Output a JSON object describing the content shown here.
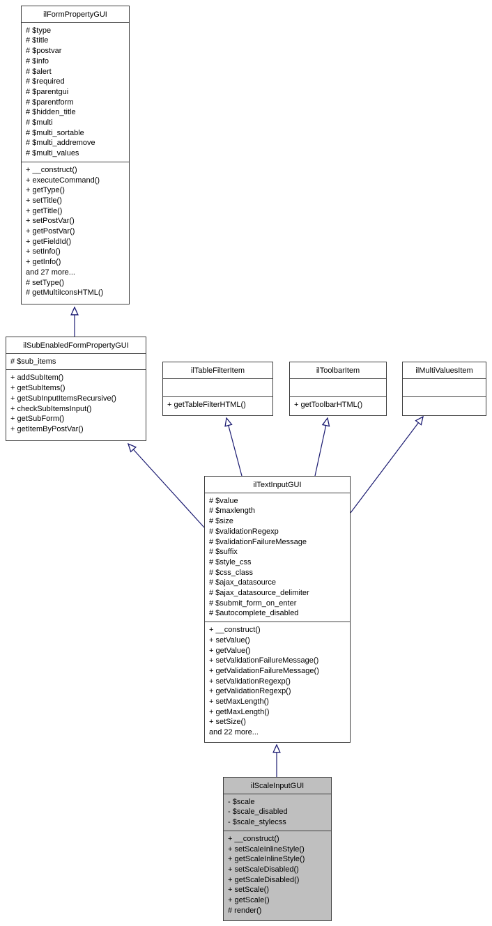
{
  "diagram": {
    "title": "ilScaleInputGUI inheritance diagram",
    "colors": {
      "arrow": "#191970",
      "box_border": "#3d3d3d",
      "node_fill": "#ffffff",
      "highlight_fill": "#bfbfbf"
    },
    "classes": [
      {
        "name": "ilFormPropertyGUI",
        "attributes": [
          "# $type",
          "# $title",
          "# $postvar",
          "# $info",
          "# $alert",
          "# $required",
          "# $parentgui",
          "# $parentform",
          "# $hidden_title",
          "# $multi",
          "# $multi_sortable",
          "# $multi_addremove",
          "# $multi_values"
        ],
        "methods": [
          "+ __construct()",
          "+ executeCommand()",
          "+ getType()",
          "+ setTitle()",
          "+ getTitle()",
          "+ setPostVar()",
          "+ getPostVar()",
          "+ getFieldId()",
          "+ setInfo()",
          "+ getInfo()",
          "and 27 more...",
          "# setType()",
          "# getMultiIconsHTML()"
        ]
      },
      {
        "name": "ilSubEnabledFormPropertyGUI",
        "attributes": [
          "# $sub_items"
        ],
        "methods": [
          "+ addSubItem()",
          "+ getSubItems()",
          "+ getSubInputItemsRecursive()",
          "+ checkSubItemsInput()",
          "+ getSubForm()",
          "+ getItemByPostVar()"
        ]
      },
      {
        "name": "ilTableFilterItem",
        "attributes": [],
        "methods": [
          "+ getTableFilterHTML()"
        ]
      },
      {
        "name": "ilToolbarItem",
        "attributes": [],
        "methods": [
          "+ getToolbarHTML()"
        ]
      },
      {
        "name": "ilMultiValuesItem",
        "attributes": [],
        "methods": []
      },
      {
        "name": "ilTextInputGUI",
        "attributes": [
          "# $value",
          "# $maxlength",
          "# $size",
          "# $validationRegexp",
          "# $validationFailureMessage",
          "# $suffix",
          "# $style_css",
          "# $css_class",
          "# $ajax_datasource",
          "# $ajax_datasource_delimiter",
          "# $submit_form_on_enter",
          "# $autocomplete_disabled"
        ],
        "methods": [
          "+ __construct()",
          "+ setValue()",
          "+ getValue()",
          "+ setValidationFailureMessage()",
          "+ getValidationFailureMessage()",
          "+ setValidationRegexp()",
          "+ getValidationRegexp()",
          "+ setMaxLength()",
          "+ getMaxLength()",
          "+ setSize()",
          "and 22 more..."
        ]
      },
      {
        "name": "ilScaleInputGUI",
        "attributes": [
          "- $scale",
          "- $scale_disabled",
          "- $scale_stylecss"
        ],
        "methods": [
          "+ __construct()",
          "+ setScaleInlineStyle()",
          "+ getScaleInlineStyle()",
          "+ setScaleDisabled()",
          "+ getScaleDisabled()",
          "+ setScale()",
          "+ getScale()",
          "# render()"
        ]
      }
    ],
    "relations": [
      {
        "child": "ilSubEnabledFormPropertyGUI",
        "parent": "ilFormPropertyGUI"
      },
      {
        "child": "ilTextInputGUI",
        "parent": "ilSubEnabledFormPropertyGUI"
      },
      {
        "child": "ilTextInputGUI",
        "parent": "ilTableFilterItem"
      },
      {
        "child": "ilTextInputGUI",
        "parent": "ilToolbarItem"
      },
      {
        "child": "ilTextInputGUI",
        "parent": "ilMultiValuesItem"
      },
      {
        "child": "ilScaleInputGUI",
        "parent": "ilTextInputGUI"
      }
    ]
  }
}
